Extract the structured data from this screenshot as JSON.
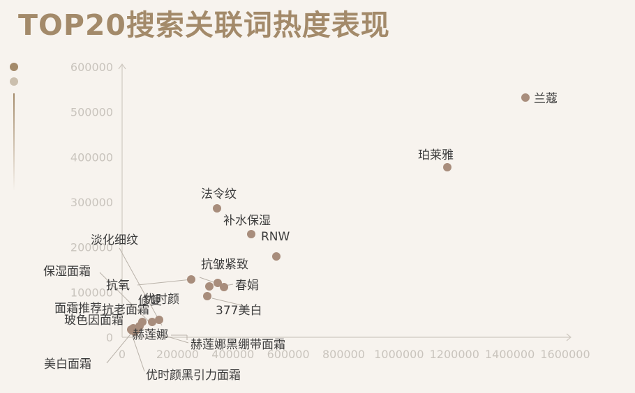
{
  "title": "TOP20搜索关联词热度表现",
  "colors": {
    "background": "#f7f3ee",
    "title": "#a38a6a",
    "point": "#a88d7c",
    "legend_dark": "#a38a6a",
    "legend_light": "#cbbfae",
    "axis": "#cfc9c1",
    "tick": "#c9c4bd",
    "label": "#3d3d3d",
    "leader": "#b9b2a9"
  },
  "chart_data": {
    "type": "scatter",
    "title": "TOP20搜索关联词热度表现",
    "xlabel": "",
    "ylabel": "",
    "xlim": [
      0,
      1600000
    ],
    "ylim": [
      0,
      600000
    ],
    "xticks": [
      0,
      200000,
      400000,
      600000,
      800000,
      1000000,
      1200000,
      1400000,
      1600000
    ],
    "yticks": [
      0,
      100000,
      200000,
      300000,
      400000,
      500000,
      600000
    ],
    "grid": false,
    "points": [
      {
        "label": "兰蔻",
        "x": 1420000,
        "y": 530000
      },
      {
        "label": "珀莱雅",
        "x": 1140000,
        "y": 375000
      },
      {
        "label": "法令纹",
        "x": 335000,
        "y": 285000
      },
      {
        "label": "补水保湿",
        "x": 460000,
        "y": 228000
      },
      {
        "label": "RNW",
        "x": 555000,
        "y": 178000
      },
      {
        "label": "抗皱紧致",
        "x": 245000,
        "y": 128000
      },
      {
        "label": "春娟",
        "x": 340000,
        "y": 120000
      },
      {
        "label": "377美白",
        "x": 360000,
        "y": 110000
      },
      {
        "label": "淡化细纹",
        "x": 310000,
        "y": 112000
      },
      {
        "label": "抗氧",
        "x": 300000,
        "y": 90000
      },
      {
        "label": "保湿面霜",
        "x": 130000,
        "y": 38000
      },
      {
        "label": "优时颜",
        "x": 110000,
        "y": 32000
      },
      {
        "label": "修复",
        "x": 95000,
        "y": 28000
      },
      {
        "label": "抗老面霜",
        "x": 70000,
        "y": 30000
      },
      {
        "label": "面霜推荐",
        "x": 50000,
        "y": 25000
      },
      {
        "label": "玻色因面霜",
        "x": 35000,
        "y": 15000
      },
      {
        "label": "赫莲娜",
        "x": 40000,
        "y": 10000
      },
      {
        "label": "赫莲娜黑绷带面霜",
        "x": 45000,
        "y": 8000
      },
      {
        "label": "美白面霜",
        "x": 25000,
        "y": 12000
      },
      {
        "label": "优时颜黑引力面霜",
        "x": 60000,
        "y": 15000
      }
    ]
  }
}
